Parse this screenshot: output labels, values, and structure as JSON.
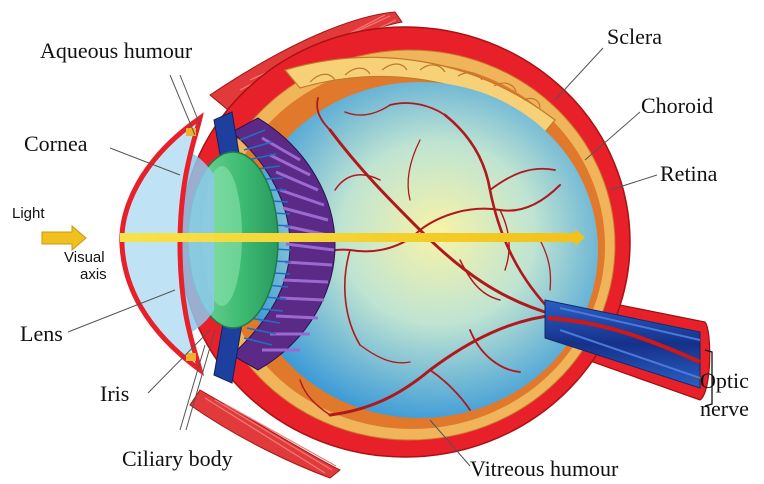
{
  "labels": {
    "aqueous_humour": "Aqueous humour",
    "cornea": "Cornea",
    "light": "Light",
    "visual_axis_line1": "Visual",
    "visual_axis_line2": "axis",
    "lens": "Lens",
    "iris": "Iris",
    "ciliary_body": "Ciliary body",
    "sclera": "Sclera",
    "choroid": "Choroid",
    "retina": "Retina",
    "optic_nerve_line1": "Optic",
    "optic_nerve_line2": "nerve",
    "vitreous_humour": "Vitreous humour"
  },
  "colors": {
    "sclera_red": "#e8202a",
    "choroid_band": "#f2c26a",
    "retina_orange": "#e0792c",
    "vitreous_yellow": "#f6ee9a",
    "vitreous_blue": "#3aa6e0",
    "blood_vessels": "#b0181c",
    "cornea_blue": "#bfe3f5",
    "lens_green": "#46c07a",
    "ciliary_purple": "#5b2a86",
    "iris_blue": "#1f6fc0",
    "visual_axis_yellow": "#f4d41a",
    "light_arrow": "#f0c020",
    "optic_nerve_blue": "#1b3f9e"
  }
}
